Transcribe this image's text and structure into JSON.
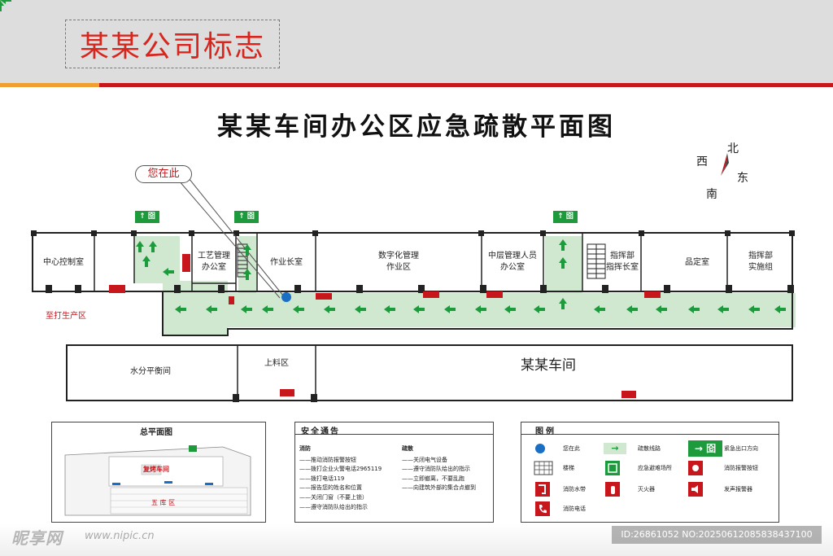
{
  "header": {
    "logo_text": "某某公司标志",
    "title": "某某车间办公区应急疏散平面图"
  },
  "compass": {
    "north": "北",
    "south": "南",
    "east": "东",
    "west": "西"
  },
  "callout": {
    "you_are_here": "您在此"
  },
  "exit_sign_text": "↑ 囵",
  "rooms": {
    "central_control": "中心控制室",
    "process_mgmt": [
      "工艺管理",
      "办公室"
    ],
    "workshop_chief": "作业长室",
    "digital_mgmt": [
      "数字化管理",
      "作业区"
    ],
    "mid_mgmt": [
      "中层管理人员",
      "办公室"
    ],
    "command_chief": [
      "指挥部",
      "指挥长室"
    ],
    "quality": "品定室",
    "command_impl": [
      "指挥部",
      "实施组"
    ],
    "water_balance": "水分平衡间",
    "feeding": "上料区",
    "workshop": "某某车间"
  },
  "to_production": "至打生产区",
  "general_plan": {
    "title": "总平面图",
    "workshop_label": "复烤车间",
    "warehouse_label": "五  库  区"
  },
  "notice": {
    "title": "安全通告",
    "fire": {
      "heading": "消防",
      "items": [
        "推动消防报警按钮",
        "拨打企业火警电话2965119",
        "拨打电话119",
        "报告您的姓名和位置",
        "关闭门窗（不要上锁）",
        "遵守消防队给出的指示"
      ]
    },
    "evac": {
      "heading": "疏散",
      "items": [
        "关闭电气设备",
        "遵守消防队给出的指示",
        "立即撤离，不要乱跑",
        "向建筑外部的集合点撤到"
      ]
    }
  },
  "legend": {
    "title": "图例",
    "items": {
      "you_are_here": "您在此",
      "evac_route": "疏散线路",
      "exit_dir": "紧急出口方向",
      "stairs": "楼梯",
      "shelter": "应急避难场所",
      "alarm_button": "消防报警按钮",
      "hose": "消防水带",
      "extinguisher": "灭火器",
      "sound_alarm": "发声报警器",
      "fire_phone": "消防电话"
    }
  },
  "watermark": {
    "brand": "昵享网",
    "url": "www.nipic.cn",
    "id": "ID:26861052 NO:20250612085838437100"
  },
  "colors": {
    "corridor_green": "#cfe8cf",
    "arrow_green": "#1d9b3c",
    "brand_red": "#c8161d",
    "wall": "#222222",
    "you_dot": "#1a6fc4"
  }
}
